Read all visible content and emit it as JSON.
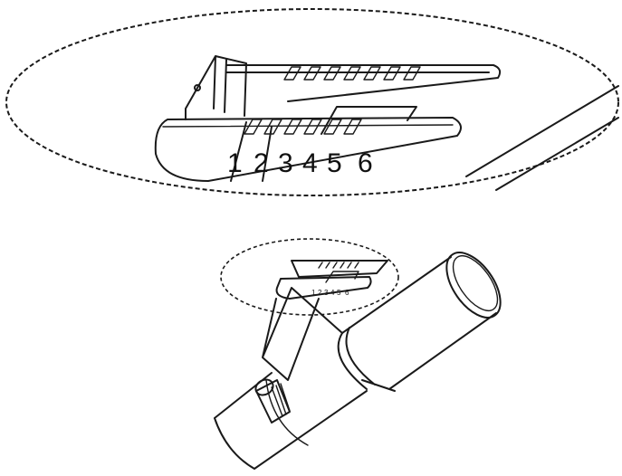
{
  "figure": {
    "detail_scale_labels": [
      "1",
      "2",
      "3",
      "4",
      "5",
      "6"
    ],
    "overview_scale_labels": [
      "1",
      "2",
      "3",
      "4",
      "5",
      "6"
    ],
    "ink_color": "#1a1a1a",
    "background_color": "#ffffff"
  }
}
